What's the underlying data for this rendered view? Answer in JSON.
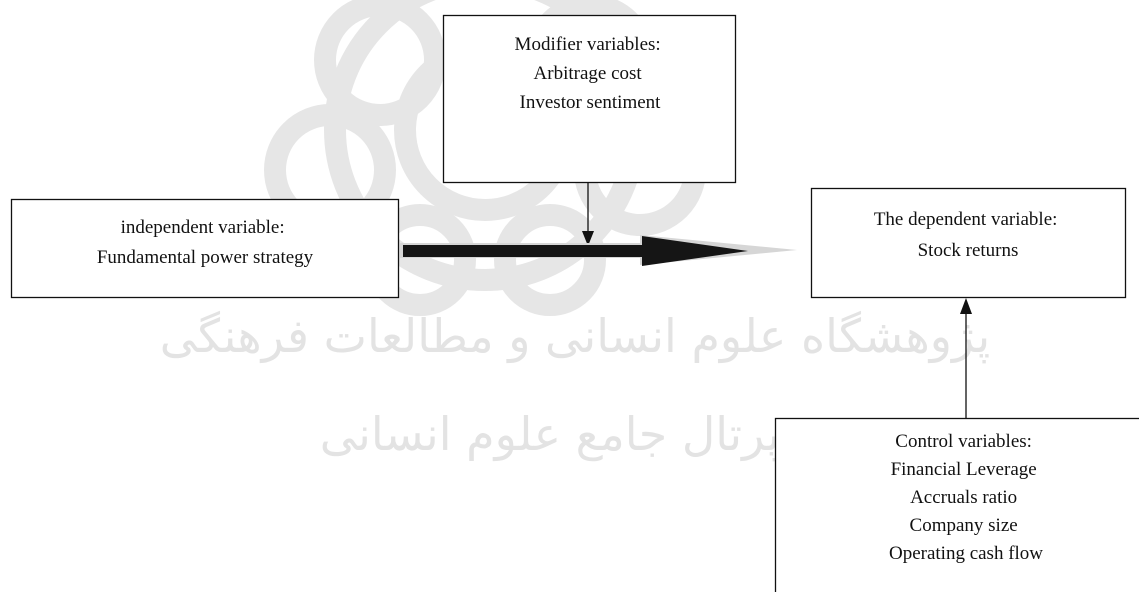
{
  "watermark": {
    "line_1": "پژوهشگاه علوم انسانی و مطالعات فرهنگی",
    "line_2": "پرتال جامع علوم انسانی"
  },
  "boxes": {
    "modifier": {
      "lines": [
        "Modifier variables:",
        "Arbitrage cost",
        "Investor sentiment"
      ]
    },
    "independent": {
      "lines": [
        "independent variable:",
        "Fundamental power strategy"
      ]
    },
    "dependent": {
      "lines": [
        "The dependent variable:",
        "Stock returns"
      ]
    },
    "control": {
      "lines": [
        "Control variables:",
        "Financial Leverage",
        "Accruals ratio",
        "Company size",
        "Operating cash flow"
      ]
    }
  }
}
